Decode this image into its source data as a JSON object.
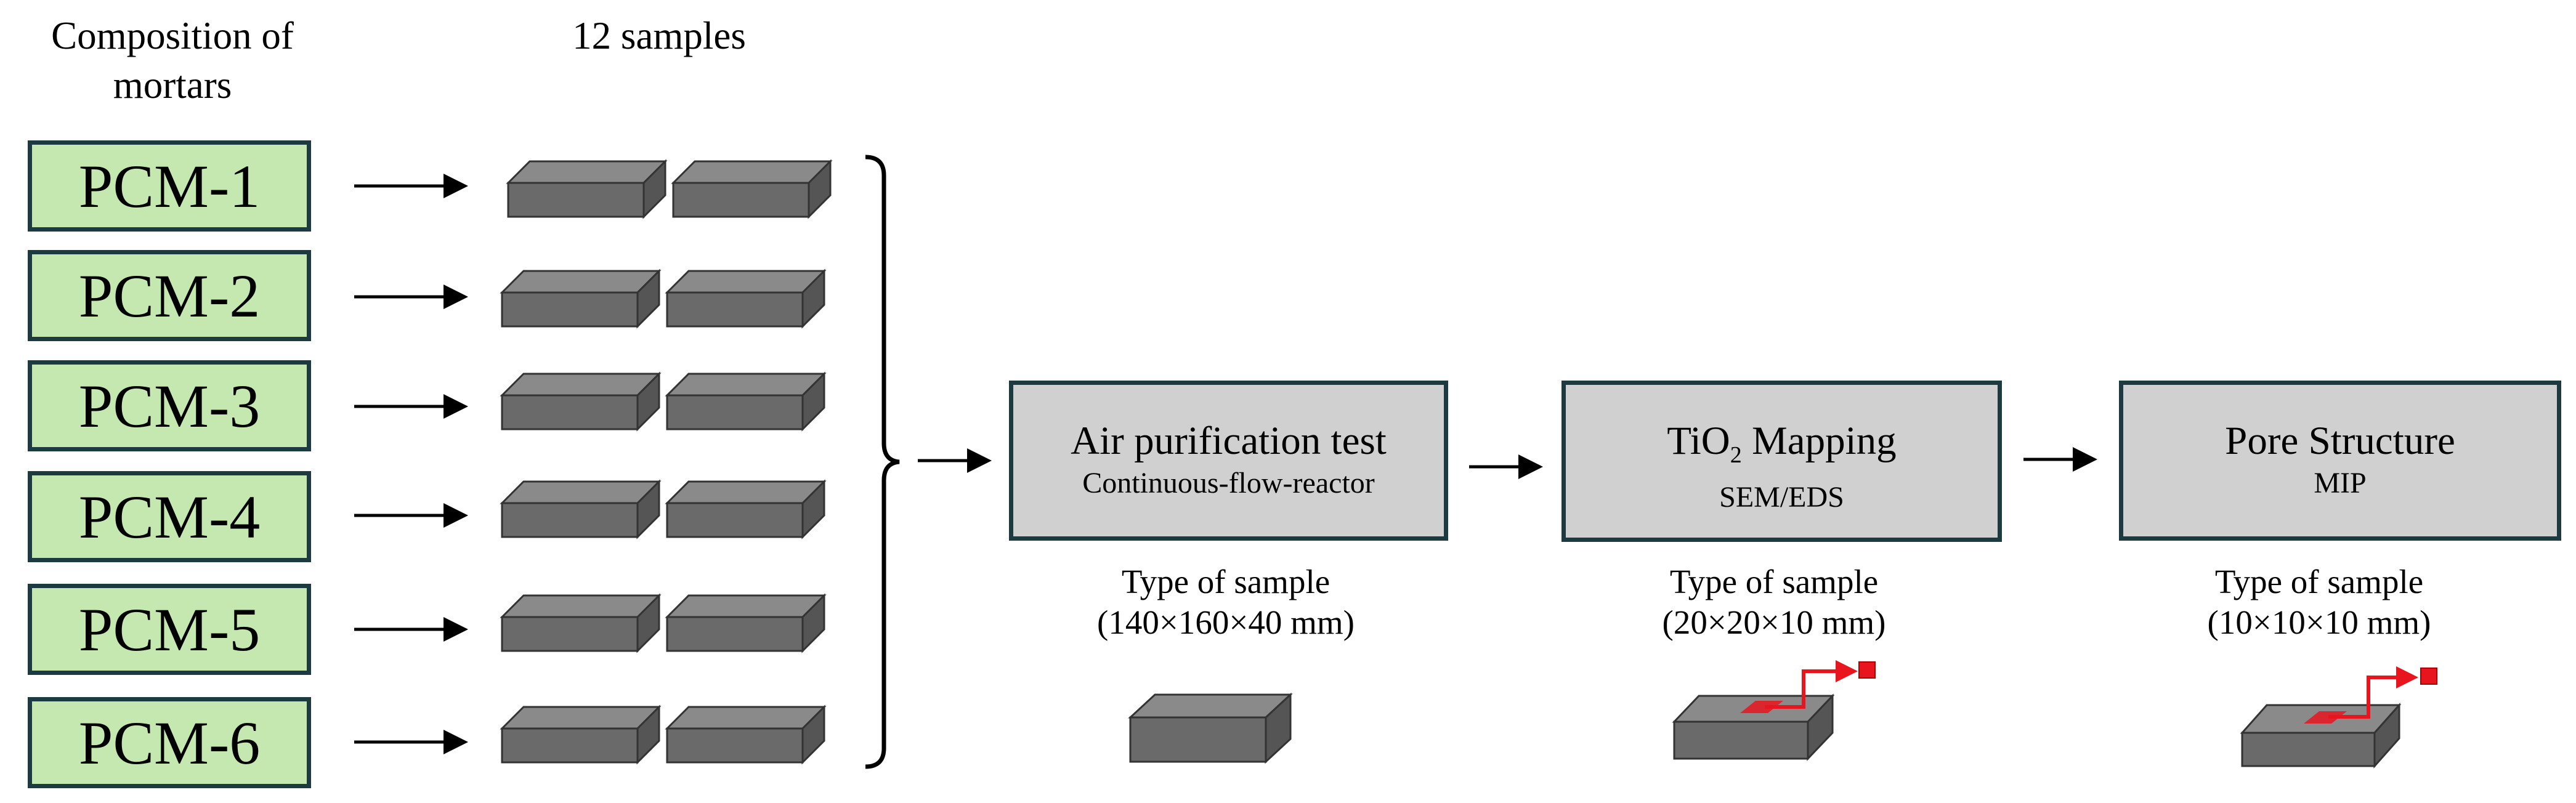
{
  "headers": {
    "composition": "Composition  of mortars",
    "samples": "12 samples"
  },
  "mixes": [
    "PCM-1",
    "PCM-2",
    "PCM-3",
    "PCM-4",
    "PCM-5",
    "PCM-6"
  ],
  "tests": [
    {
      "title": "Air purification test",
      "subtitle": "Continuous-flow-reactor",
      "sample_label": "Type of sample",
      "sample_size": "(140×160×40 mm)"
    },
    {
      "title_pre": "TiO",
      "title_sub": "2",
      "title_post": " Mapping",
      "subtitle": "SEM/EDS",
      "sample_label": "Type of sample",
      "sample_size": "(20×20×10 mm)"
    },
    {
      "title": "Pore Structure",
      "subtitle": "MIP",
      "sample_label": "Type of sample",
      "sample_size": "(10×10×10 mm)"
    }
  ],
  "colors": {
    "mix_fill": "#c5e8b0",
    "box_border": "#1c3a40",
    "process_fill": "#d0d0d0",
    "block_top": "#888888",
    "block_front": "#6a6a6a",
    "block_side": "#555555",
    "highlight": "#e8141e"
  }
}
